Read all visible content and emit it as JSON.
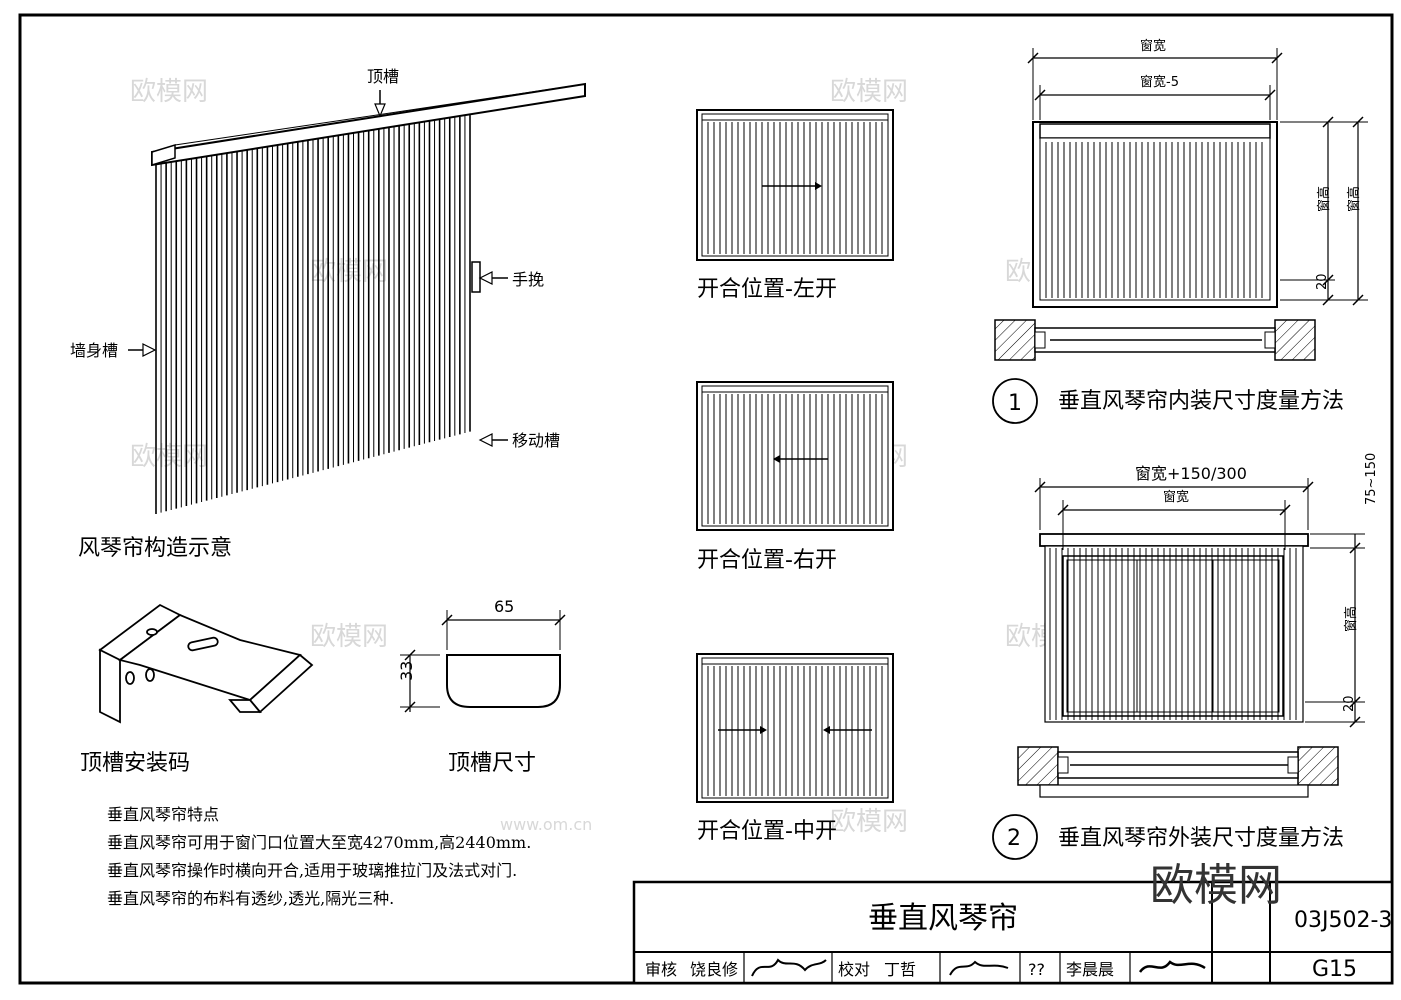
{
  "labels": {
    "top_track": "顶槽",
    "handle": "手挽",
    "wall_track": "墙身槽",
    "moving_track": "移动槽",
    "structure_caption": "风琴帘构造示意",
    "bracket_caption": "顶槽安装码",
    "track_size_caption": "顶槽尺寸",
    "dim_65": "65",
    "dim_33": "33",
    "open_left": "开合位置-左开",
    "open_right": "开合位置-右开",
    "open_center": "开合位置-中开",
    "inner_w": "窗宽",
    "inner_w_minus5": "窗宽-5",
    "inner_h": "窗高",
    "inner_h2": "窗高",
    "inner_20": "20",
    "method1_num": "1",
    "method1_caption": "垂直风琴帘内装尺寸度量方法",
    "outer_w_plus": "窗宽+150/300",
    "outer_w": "窗宽",
    "outer_75": "75~150",
    "outer_h": "窗高",
    "outer_20": "20",
    "method2_num": "2",
    "method2_caption": "垂直风琴帘外装尺寸度量方法"
  },
  "notes": [
    "垂直风琴帘特点",
    "垂直风琴帘可用于窗门口位置大至宽4270mm,高2440mm.",
    "垂直风琴帘操作时横向开合,适用于玻璃推拉门及法式对门.",
    "垂直风琴帘的布料有透纱,透光,隔光三种."
  ],
  "title_block": {
    "title": "垂直风琴帘",
    "code": "03J502-3",
    "page": "G15",
    "review_label": "审核",
    "reviewer": "饶良修",
    "check_label": "校对",
    "checker": "丁哲",
    "design_label": "??",
    "designer": "李晨晨"
  },
  "watermark": "欧模网",
  "watermark_small": "www.om.cn"
}
